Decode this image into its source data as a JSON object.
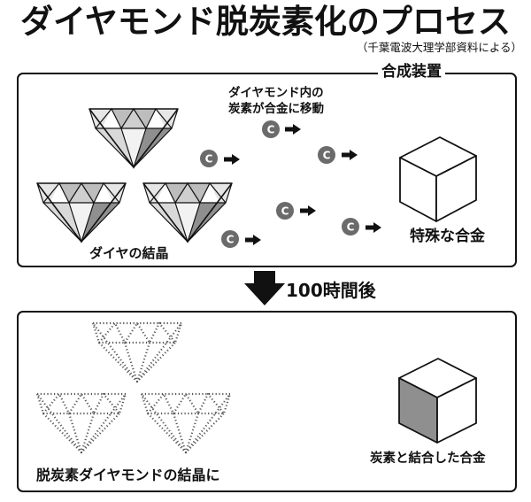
{
  "title": "ダイヤモンド脱炭素化のプロセス",
  "source": "（千葉電波大理学部資料による）",
  "top_panel": {
    "label": "合成装置",
    "migration_note_line1": "ダイヤモンド内の",
    "migration_note_line2": "炭素が合金に移動",
    "crystal_label": "ダイヤの結晶",
    "alloy_label": "特殊な合金",
    "carbon_symbol": "C"
  },
  "transition": {
    "label": "100時間後"
  },
  "bottom_panel": {
    "decarbonized_label": "脱炭素ダイヤモンドの結晶に",
    "result_label": "炭素と結合した合金"
  },
  "colors": {
    "ink": "#111111",
    "carbon_badge": "#6b6b6b",
    "facet_light": "#ffffff",
    "facet_mid": "#d9d9d9",
    "facet_dark": "#a8a8a8",
    "cube_carbon_side": "#8f8f8f"
  },
  "icons": [
    "diamond-crystal-icon",
    "carbon-atom-icon",
    "arrow-right-icon",
    "cube-icon",
    "arrow-down-icon"
  ]
}
